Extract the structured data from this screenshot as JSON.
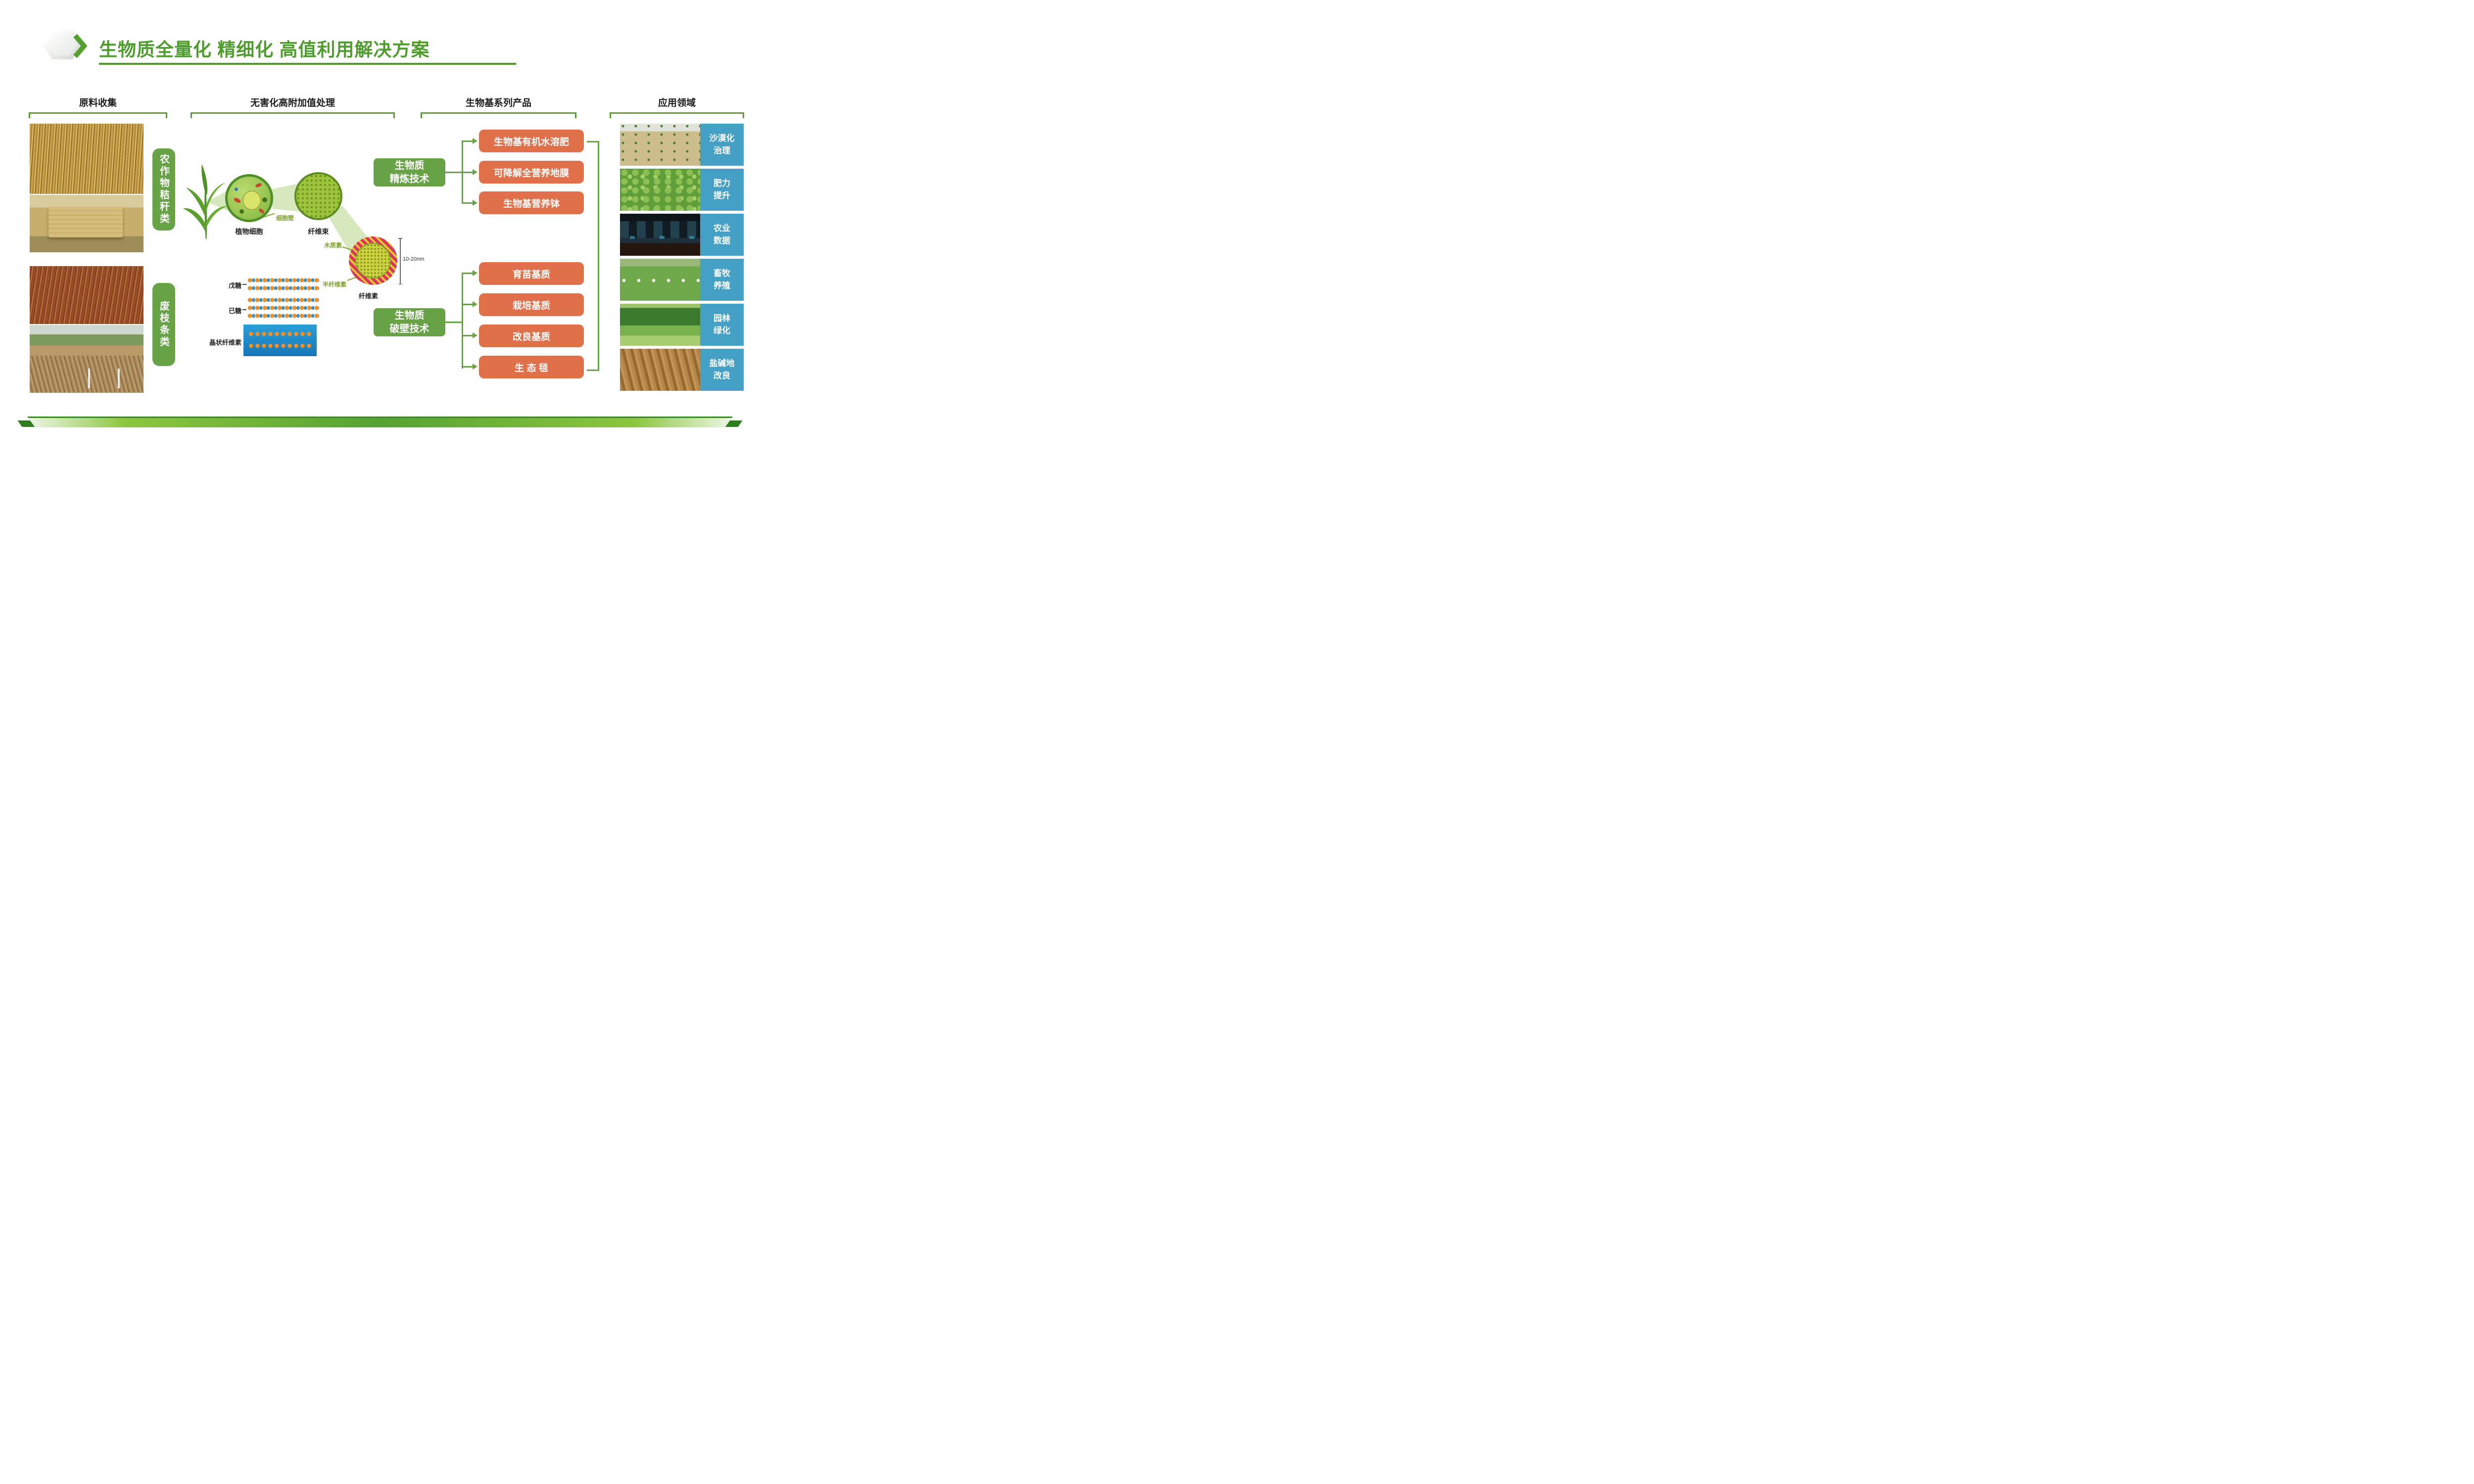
{
  "slide": {
    "title": "生物质全量化 精细化 高值利用解决方案"
  },
  "collection": {
    "header": "原料收集",
    "category1": "农作物秸秆类",
    "category2": "废枝条类",
    "photos": [
      "corn-straw-field",
      "straw-bales",
      "red-waste-branches",
      "pruned-branch-piles"
    ]
  },
  "processing": {
    "header": "无害化高附加值处理",
    "plant_cell": "植物细胞",
    "cell_wall": "细胞壁",
    "fiber_bundle": "纤维束",
    "lignin": "木质素",
    "hemicellulose": "半纤维素",
    "cellulose": "纤维素",
    "scale": "10-20nm",
    "pentose": "戊糖",
    "hexose": "已糖",
    "crystalline_cellulose": "晶状纤维素"
  },
  "products": {
    "header": "生物基系列产品",
    "refining": {
      "tech": "生物质\n精炼技术",
      "items": [
        "生物基有机水溶肥",
        "可降解全营养地膜",
        "生物基营养钵"
      ]
    },
    "wall_breaking": {
      "tech": "生物质\n破壁技术",
      "items": [
        "育苗基质",
        "栽培基质",
        "改良基质",
        "生 态 毯"
      ]
    }
  },
  "applications": {
    "header": "应用领域",
    "items": [
      {
        "label": "沙漠化\n治理"
      },
      {
        "label": "肥力\n提升"
      },
      {
        "label": "农业\n数据"
      },
      {
        "label": "畜牧\n养殖"
      },
      {
        "label": "园林\n绿化"
      },
      {
        "label": "盐碱地\n改良"
      }
    ]
  },
  "colors": {
    "title_green": "#4f9c2e",
    "box_green": "#68a246",
    "product_orange": "#e0704a",
    "label_blue": "#45a0c5",
    "bracket_green": "#5ba033"
  }
}
